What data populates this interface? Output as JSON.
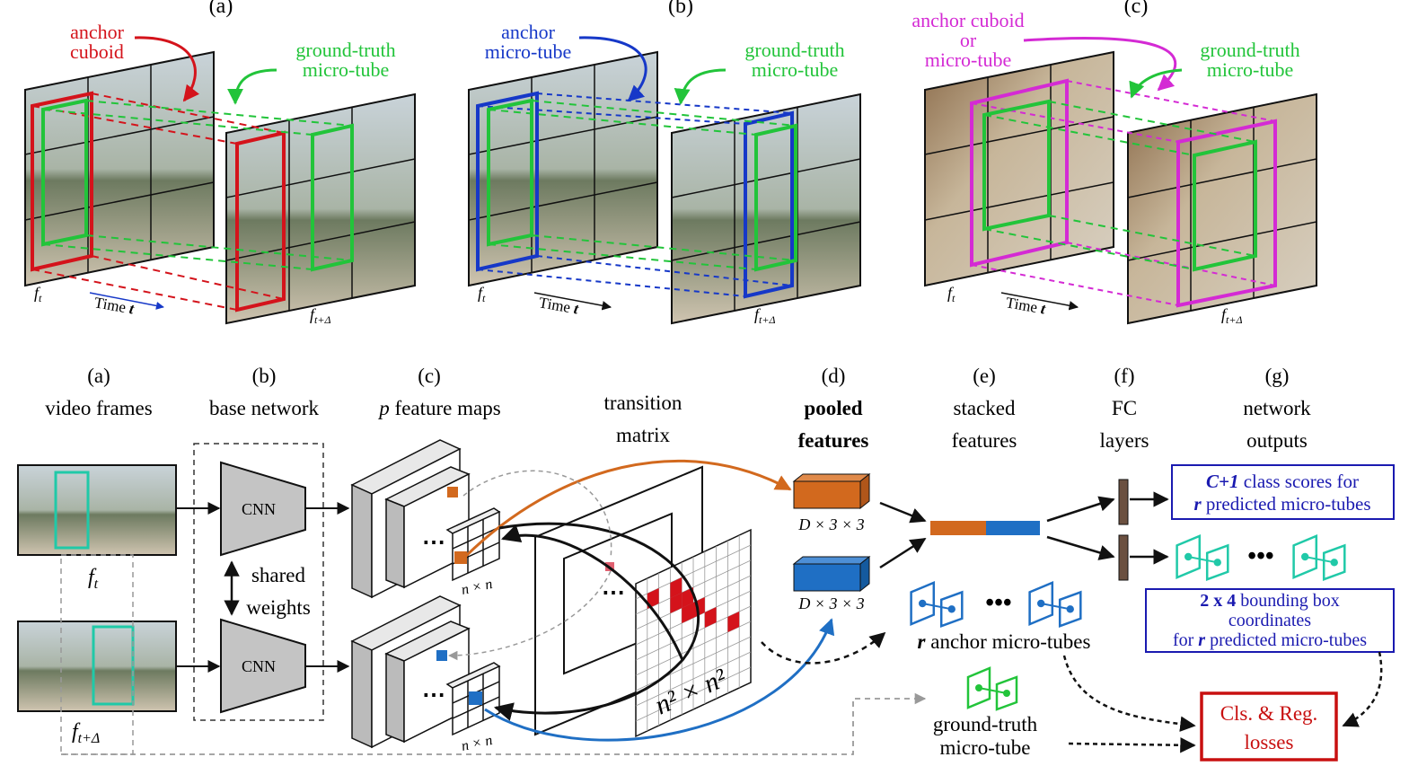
{
  "top": {
    "panel_a": {
      "letter": "(a)",
      "anchor_l1": "anchor",
      "anchor_l2": "cuboid",
      "gt_l1": "ground-truth",
      "gt_l2": "micro-tube",
      "frame_t": "f",
      "frame_t_sub": "t",
      "frame_td": "f",
      "frame_td_sub": "t+Δ",
      "time_label": "Time",
      "time_var": "t"
    },
    "panel_b": {
      "letter": "(b)",
      "anchor_l1": "anchor",
      "anchor_l2": "micro-tube",
      "gt_l1": "ground-truth",
      "gt_l2": "micro-tube",
      "frame_t": "f",
      "frame_t_sub": "t",
      "frame_td": "f",
      "frame_td_sub": "t+Δ",
      "time_label": "Time",
      "time_var": "t"
    },
    "panel_c": {
      "letter": "(c)",
      "anchor_l1": "anchor cuboid",
      "anchor_l2": "or",
      "anchor_l3": "micro-tube",
      "gt_l1": "ground-truth",
      "gt_l2": "micro-tube",
      "frame_t": "f",
      "frame_t_sub": "t",
      "frame_td": "f",
      "frame_td_sub": "t+Δ",
      "time_label": "Time",
      "time_var": "t"
    }
  },
  "bottom": {
    "col_a": {
      "letter": "(a)",
      "title": "video frames"
    },
    "col_b": {
      "letter": "(b)",
      "title": "base network"
    },
    "col_c": {
      "letter": "(c)",
      "title_var": "p",
      "title": "feature maps"
    },
    "col_tm": {
      "l1": "transition",
      "l2": "matrix"
    },
    "col_d": {
      "letter": "(d)",
      "l1": "pooled",
      "l2": "features"
    },
    "col_e": {
      "letter": "(e)",
      "l1": "stacked",
      "l2": "features"
    },
    "col_f": {
      "letter": "(f)",
      "l1": "FC",
      "l2": "layers"
    },
    "col_g": {
      "letter": "(g)",
      "l1": "network",
      "l2": "outputs"
    },
    "frame_t": "f",
    "frame_t_sub": "t",
    "frame_td": "f",
    "frame_td_sub": "t+Δ",
    "cnn": "CNN",
    "shared_l1": "shared",
    "shared_l2": "weights",
    "nxn": "n × n",
    "n2xn2": "n² × n²",
    "pooled_dim": "D × 3 × 3",
    "anchor_tubes_var": "r",
    "anchor_tubes": "anchor micro-tubes",
    "gt_l1": "ground-truth",
    "gt_l2": "micro-tube",
    "cls_box": {
      "var": "C+1",
      "l1_rest": "class scores for",
      "var2": "r",
      "l2_rest": "predicted micro-tubes"
    },
    "bbox_box": {
      "l1": "2 x 4",
      "l1_rest": "bounding box",
      "l2": "coordinates",
      "l3_pre": "for",
      "l3_var": "r",
      "l3_rest": "predicted micro-tubes"
    },
    "loss_l1": "Cls. & Reg.",
    "loss_l2": "losses"
  },
  "colors": {
    "red": "#d4131b",
    "green": "#22c43a",
    "blue": "#1638c8",
    "magenta": "#d42ad4",
    "orange": "#d2691e",
    "steelblue": "#1f6fc4",
    "teal": "#20c9a8",
    "darkblue": "#1a1ab0",
    "lossred": "#c81010"
  }
}
